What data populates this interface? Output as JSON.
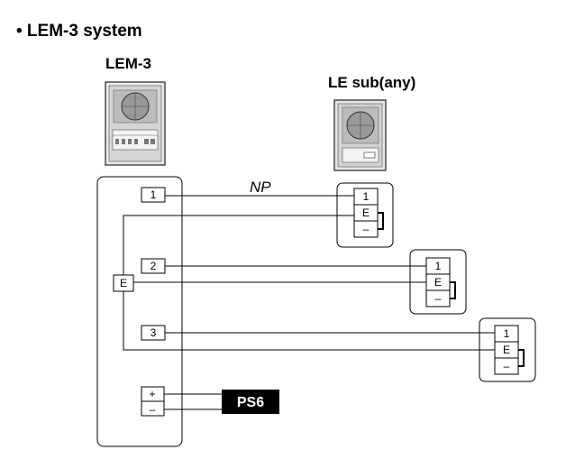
{
  "title": "• LEM-3 system",
  "master": {
    "label": "LEM-3"
  },
  "sub": {
    "label": "LE sub(any)"
  },
  "wire_type": "NP",
  "master_terminals": [
    "1",
    "2",
    "3",
    "E"
  ],
  "power_terminals": [
    "+",
    "–"
  ],
  "sub_terminals": [
    "1",
    "E",
    "–"
  ],
  "power_supply": "PS6"
}
